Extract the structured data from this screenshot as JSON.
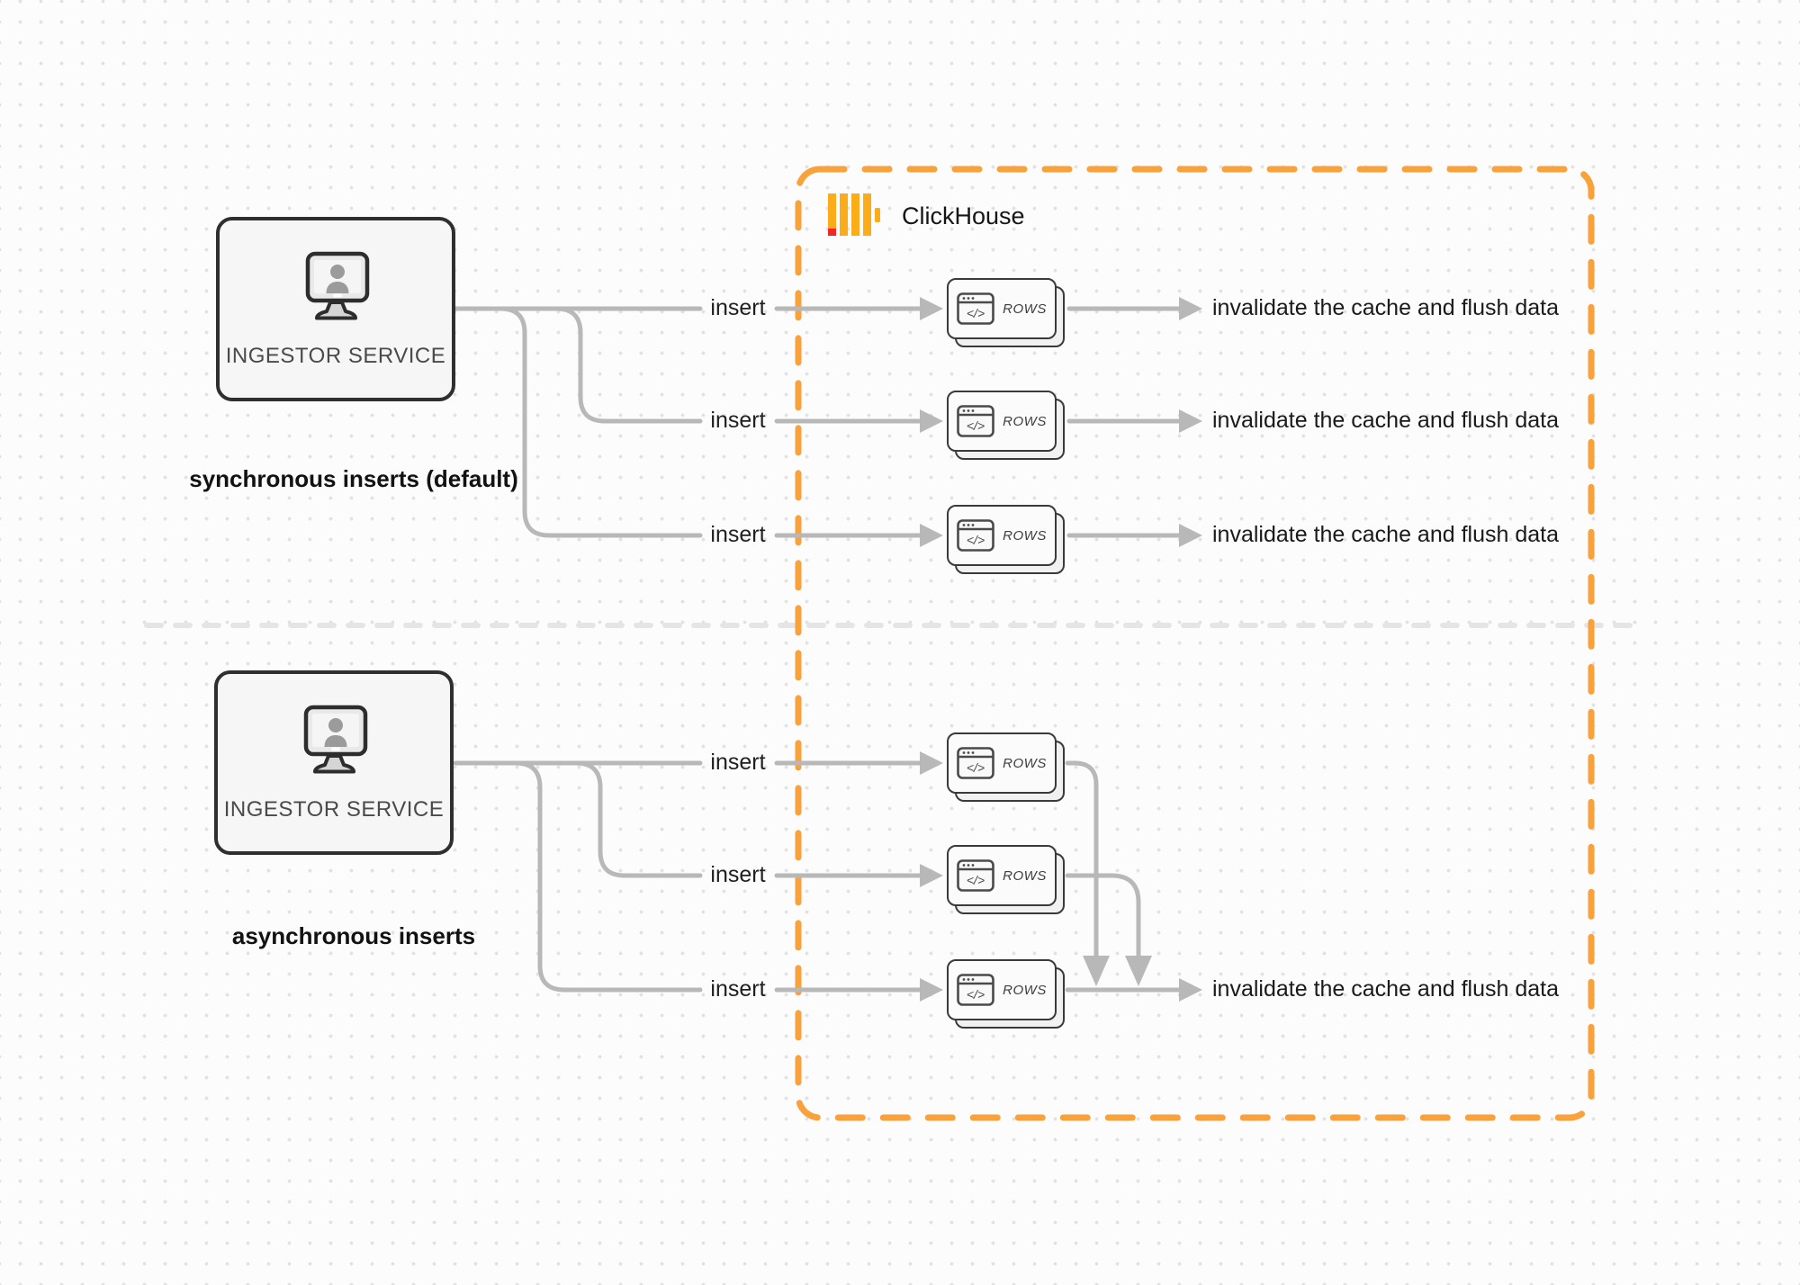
{
  "diagram": {
    "clickhouse": {
      "label": "ClickHouse"
    },
    "rows_card_glyph": "</>",
    "sections": {
      "sync": {
        "service_label": "INGESTOR SERVICE",
        "caption": "synchronous inserts (default)",
        "rows": [
          {
            "insert_label": "insert",
            "card_label": "ROWS",
            "result_label": "invalidate the cache and flush data"
          },
          {
            "insert_label": "insert",
            "card_label": "ROWS",
            "result_label": "invalidate the cache and flush data"
          },
          {
            "insert_label": "insert",
            "card_label": "ROWS",
            "result_label": "invalidate the cache and flush data"
          }
        ]
      },
      "async": {
        "service_label": "INGESTOR SERVICE",
        "caption": "asynchronous inserts",
        "rows": [
          {
            "insert_label": "insert",
            "card_label": "ROWS"
          },
          {
            "insert_label": "insert",
            "card_label": "ROWS"
          },
          {
            "insert_label": "insert",
            "card_label": "ROWS",
            "result_label": "invalidate the cache and flush data"
          }
        ]
      }
    },
    "colors": {
      "accent_orange": "#F9A13A",
      "logo_yellow": "#FAAD19",
      "logo_red": "#EF2A24",
      "connector_gray": "#B8B8B8",
      "divider_gray": "#E5E5E5"
    }
  }
}
